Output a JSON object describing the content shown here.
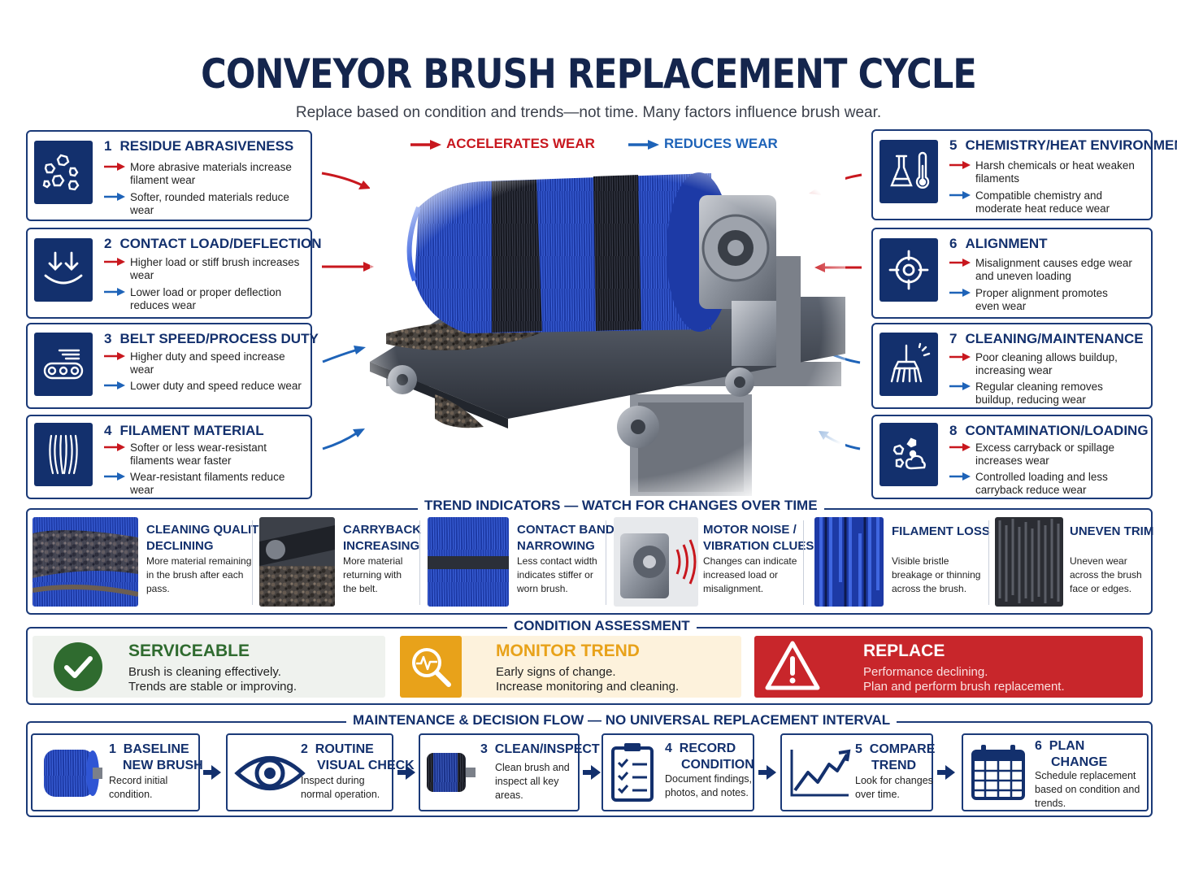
{
  "header": {
    "title": "CONVEYOR BRUSH REPLACEMENT CYCLE",
    "subtitle": "Replace based on condition and trends—not time. Many factors influence brush wear."
  },
  "legend": {
    "accelerates": "ACCELERATES WEAR",
    "reduces": "REDUCES WEAR",
    "accelerates_color": "#c8171e",
    "reduces_color": "#1e63b8"
  },
  "factors": [
    {
      "num": "1",
      "title": "RESIDUE ABRASIVENESS",
      "up": "More abrasive materials increase filament wear",
      "down": "Softer, rounded materials reduce wear",
      "icon": "particles-icon"
    },
    {
      "num": "2",
      "title": "CONTACT LOAD/DEFLECTION",
      "up": "Higher load or stiff brush increases wear",
      "down": "Lower load or proper deflection reduces wear",
      "icon": "down-arrows-icon"
    },
    {
      "num": "3",
      "title": "BELT SPEED/PROCESS DUTY",
      "up": "Higher duty and speed increase wear",
      "down": "Lower duty and speed reduce wear",
      "icon": "conveyor-speed-icon"
    },
    {
      "num": "4",
      "title": "FILAMENT MATERIAL",
      "up": "Softer or less wear-resistant filaments wear faster",
      "down": "Wear-resistant filaments reduce wear",
      "icon": "filament-icon"
    },
    {
      "num": "5",
      "title": "CHEMISTRY/HEAT ENVIRONMENT",
      "up": "Harsh chemicals or heat weaken filaments",
      "down": "Compatible chemistry and moderate heat reduce wear",
      "icon": "flask-thermometer-icon"
    },
    {
      "num": "6",
      "title": "ALIGNMENT",
      "up": "Misalignment causes edge wear and uneven loading",
      "down": "Proper alignment promotes even wear",
      "icon": "crosshair-icon"
    },
    {
      "num": "7",
      "title": "CLEANING/MAINTENANCE",
      "up": "Poor cleaning allows buildup, increasing wear",
      "down": "Regular cleaning removes buildup, reducing wear",
      "icon": "broom-icon"
    },
    {
      "num": "8",
      "title": "CONTAMINATION/LOADING",
      "up": "Excess carryback or spillage increases wear",
      "down": "Controlled loading and less carryback reduce wear",
      "icon": "contamination-icon"
    }
  ],
  "trends": {
    "title": "TREND INDICATORS — WATCH FOR CHANGES OVER TIME",
    "items": [
      {
        "title1": "CLEANING QUALITY",
        "title2": "DECLINING",
        "desc": "More material remaining in the brush after each pass."
      },
      {
        "title1": "CARRYBACK",
        "title2": "INCREASING",
        "desc": "More material returning with the belt."
      },
      {
        "title1": "CONTACT BAND",
        "title2": "NARROWING",
        "desc": "Less contact width indicates stiffer or worn brush."
      },
      {
        "title1": "MOTOR NOISE /",
        "title2": "VIBRATION CLUES",
        "desc": "Changes can indicate increased load or misalignment."
      },
      {
        "title1": "FILAMENT LOSS",
        "title2": "",
        "desc": "Visible bristle breakage or thinning across the brush."
      },
      {
        "title1": "UNEVEN TRIM",
        "title2": "",
        "desc": "Uneven wear across the brush face or edges."
      }
    ]
  },
  "condition": {
    "title": "CONDITION ASSESSMENT",
    "states": [
      {
        "label": "SERVICEABLE",
        "l1": "Brush is cleaning effectively.",
        "l2": "Trends are stable or improving.",
        "color": "#2f6b2f"
      },
      {
        "label": "MONITOR TREND",
        "l1": "Early signs of change.",
        "l2": "Increase monitoring and cleaning.",
        "color": "#e8a21a"
      },
      {
        "label": "REPLACE",
        "l1": "Performance declining.",
        "l2": "Plan and perform brush replacement.",
        "color": "#c8262b"
      }
    ]
  },
  "flow": {
    "title": "MAINTENANCE & DECISION FLOW — NO UNIVERSAL REPLACEMENT INTERVAL",
    "steps": [
      {
        "num": "1",
        "t1": "BASELINE",
        "t2": "NEW BRUSH",
        "desc": "Record initial condition."
      },
      {
        "num": "2",
        "t1": "ROUTINE",
        "t2": "VISUAL CHECK",
        "desc": "Inspect during normal operation."
      },
      {
        "num": "3",
        "t1": "CLEAN/INSPECT",
        "t2": "",
        "desc": "Clean brush and inspect all key areas."
      },
      {
        "num": "4",
        "t1": "RECORD",
        "t2": "CONDITION",
        "desc": "Document findings, photos, and notes."
      },
      {
        "num": "5",
        "t1": "COMPARE",
        "t2": "TREND",
        "desc": "Look for changes over time."
      },
      {
        "num": "6",
        "t1": "PLAN",
        "t2": "CHANGE",
        "desc": "Schedule replacement based on condition and trends."
      }
    ]
  }
}
